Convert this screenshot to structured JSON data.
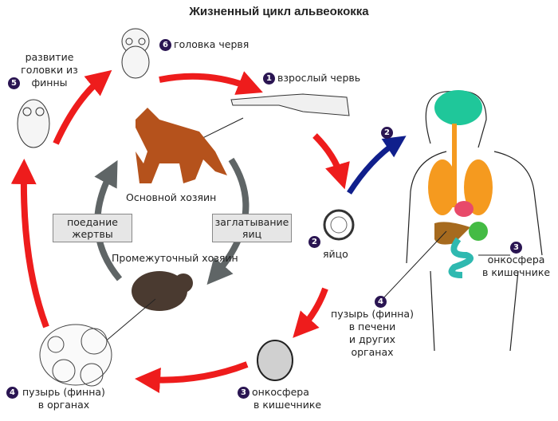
{
  "title": "Жизненный цикл альвеококка",
  "colors": {
    "cycle_arrow": "#ee1c1c",
    "human_arrow": "#101f8c",
    "host_arrow": "#5f6566",
    "number_badge": "#2a1552",
    "brain": "#1fc79a",
    "lungs": "#f59a1f",
    "liver": "#a66a1e",
    "intestine": "#2fb9b0"
  },
  "stages": [
    {
      "num": "1",
      "label": "взрослый червь"
    },
    {
      "num": "2",
      "label": "яйцо"
    },
    {
      "num": "3",
      "label": "онкосфера\nв кишечнике"
    },
    {
      "num": "4",
      "label": "пузырь (финна)\nв органах"
    },
    {
      "num": "5",
      "label": "развитие\nголовки из\nфинны"
    },
    {
      "num": "6",
      "label": "головка червя"
    }
  ],
  "human": {
    "stage2_num": "2",
    "stage3": {
      "num": "3",
      "line1": "онкосфера",
      "line2": "в кишечнике"
    },
    "stage4": {
      "num": "4",
      "line1": "пузырь (финна)",
      "line2": "в печени",
      "line3": "и других",
      "line4": "органах"
    }
  },
  "hosts": {
    "definitive": "Основной хозяин",
    "intermediate": "Промежуточный хозяин",
    "eating_prey": {
      "line1": "поедание",
      "line2": "жертвы"
    },
    "swallowing_eggs": {
      "line1": "заглатывание",
      "line2": "яиц"
    }
  }
}
